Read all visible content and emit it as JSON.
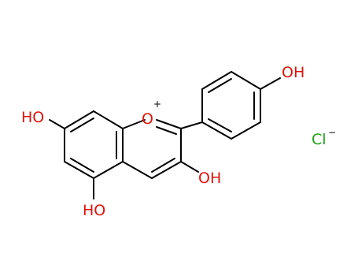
{
  "molecule": {
    "labels": {
      "oh_top_right": "OH",
      "ho_left": "HO",
      "ho_bottom": "HO",
      "oh_bottom_right": "OH",
      "ring_oxygen": "O",
      "ring_oxygen_charge": "+",
      "chloride": "Cl",
      "chloride_charge": "−"
    },
    "colors": {
      "oxygen": "#e0140c",
      "chlorine": "#1ea218",
      "bond": "#000000"
    }
  }
}
